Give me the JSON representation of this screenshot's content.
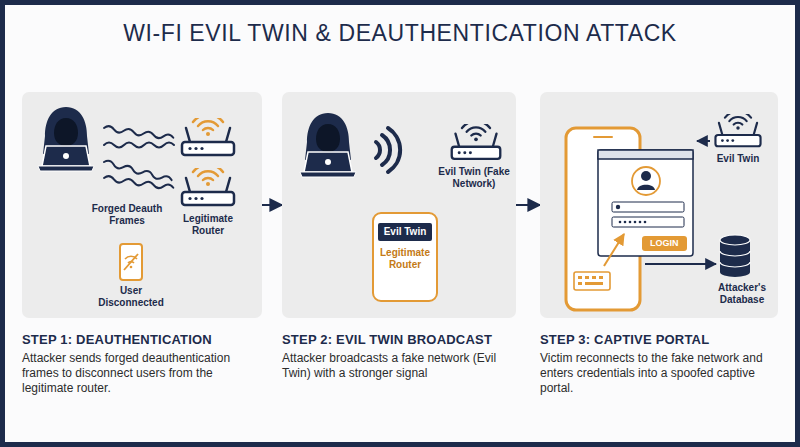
{
  "diagram": {
    "title": "WI-FI EVIL TWIN & DEAUTHENTICATION ATTACK",
    "nodes": [
      {
        "text": [
          "STEP 1: DEAUTHENTICATION",
          "Attacker sends forged deauthentication frames to disconnect users from the legitimate router."
        ]
      },
      {
        "text": [
          "STEP 2: EVIL TWIN BROADCAST",
          "Attacker broadcasts a fake network (Evil Twin) with a stronger signal"
        ]
      },
      {
        "text": [
          "Legitimate Router"
        ],
        "in": 1
      },
      {
        "text": [
          "Evil Twin"
        ],
        "in": 2
      },
      {
        "text": [
          "STEP 3: CAPTIVE PORTAL",
          "Victim reconnects to the fake network and enters credentials into a spoofed captive portal."
        ]
      },
      {
        "text": [
          "LOGIN"
        ],
        "in": 4
      }
    ],
    "edges": [
      {
        "from": 0,
        "to": 1,
        "arrow": "to"
      },
      {
        "from": 1,
        "to": 4,
        "arrow": "to"
      }
    ],
    "labels": [
      "Forged Deauth Frames",
      "Legitimate Router",
      "User Disconnected",
      "Evil Twin (Fake Network)",
      "Evil Twin",
      "Attacker's Database"
    ]
  }
}
